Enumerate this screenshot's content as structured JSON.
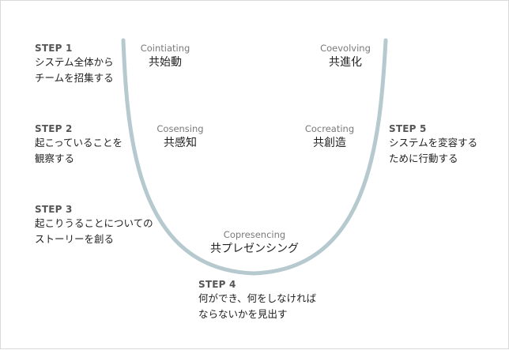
{
  "steps": [
    {
      "label": "STEP 1",
      "lines": [
        "システム全体から",
        "チームを招集する"
      ]
    },
    {
      "label": "STEP 2",
      "lines": [
        "起こっていることを",
        "観察する"
      ]
    },
    {
      "label": "STEP 3",
      "lines": [
        "起こりうることについての",
        "ストーリーを創る"
      ]
    },
    {
      "label": "STEP 4",
      "lines": [
        "何ができ、何をしなければ",
        "ならないかを見出す"
      ]
    },
    {
      "label": "STEP 5",
      "lines": [
        "システムを変容する",
        "ために行動する"
      ]
    }
  ],
  "stages": [
    {
      "en": "Cointiating",
      "jp": "共始動"
    },
    {
      "en": "Cosensing",
      "jp": "共感知"
    },
    {
      "en": "Copresencing",
      "jp": "共プレゼンシング"
    },
    {
      "en": "Cocreating",
      "jp": "共創造"
    },
    {
      "en": "Coevolving",
      "jp": "共進化"
    }
  ],
  "colors": {
    "curve": "#b5c9cf",
    "step_label": "#555555",
    "english": "#7a7a7a",
    "text": "#222222"
  }
}
